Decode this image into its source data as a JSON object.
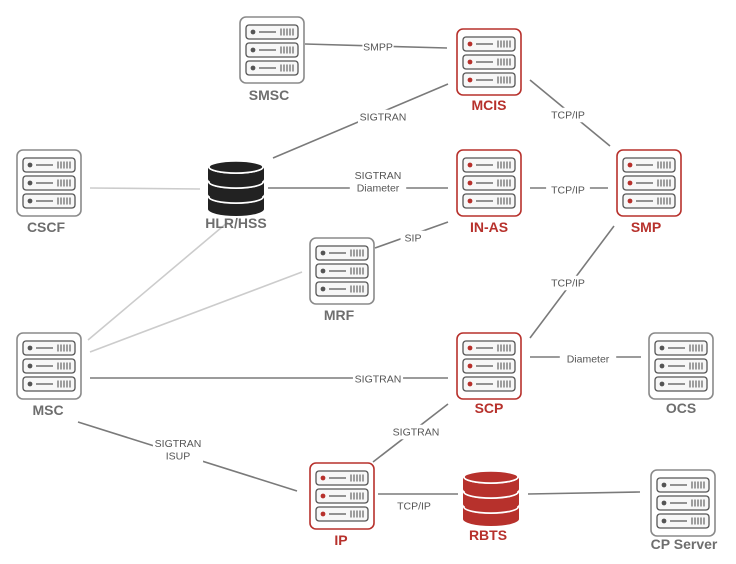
{
  "nodes": {
    "smsc": {
      "label": "SMSC",
      "kind": "server",
      "color": "gray"
    },
    "mcis": {
      "label": "MCIS",
      "kind": "server",
      "color": "red"
    },
    "cscf": {
      "label": "CSCF",
      "kind": "server",
      "color": "gray"
    },
    "hlr": {
      "label": "HLR/HSS",
      "kind": "database",
      "color": "black"
    },
    "inas": {
      "label": "IN-AS",
      "kind": "server",
      "color": "red"
    },
    "smp": {
      "label": "SMP",
      "kind": "server",
      "color": "red"
    },
    "mrf": {
      "label": "MRF",
      "kind": "server",
      "color": "gray"
    },
    "msc": {
      "label": "MSC",
      "kind": "server",
      "color": "gray"
    },
    "scp": {
      "label": "SCP",
      "kind": "server",
      "color": "red"
    },
    "ocs": {
      "label": "OCS",
      "kind": "server",
      "color": "gray"
    },
    "ip": {
      "label": "IP",
      "kind": "server",
      "color": "red"
    },
    "rbts": {
      "label": "RBTS",
      "kind": "database",
      "color": "red"
    },
    "cpserver": {
      "label": "CP Server",
      "kind": "server",
      "color": "gray"
    }
  },
  "edges": [
    {
      "id": "smsc-mcis",
      "label": "SMPP",
      "style": "dark"
    },
    {
      "id": "hlr-mcis",
      "label": "SIGTRAN",
      "style": "dark"
    },
    {
      "id": "hlr-inas",
      "label": "SIGTRAN\nDiameter",
      "style": "dark"
    },
    {
      "id": "mcis-smp",
      "label": "TCP/IP",
      "style": "dark"
    },
    {
      "id": "inas-smp",
      "label": "TCP/IP",
      "style": "dark"
    },
    {
      "id": "mrf-inas",
      "label": "SIP",
      "style": "dark"
    },
    {
      "id": "smp-scp",
      "label": "TCP/IP",
      "style": "dark"
    },
    {
      "id": "scp-ocs",
      "label": "Diameter",
      "style": "dark"
    },
    {
      "id": "msc-scp",
      "label": "SIGTRAN",
      "style": "dark"
    },
    {
      "id": "ip-scp",
      "label": "SIGTRAN",
      "style": "dark"
    },
    {
      "id": "msc-ip",
      "label": "SIGTRAN\nISUP",
      "style": "dark"
    },
    {
      "id": "ip-rbts",
      "label": "TCP/IP",
      "style": "dark"
    },
    {
      "id": "rbts-cpserver",
      "label": "",
      "style": "dark"
    },
    {
      "id": "cscf-hlr",
      "label": "",
      "style": "light"
    },
    {
      "id": "msc-hlr",
      "label": "",
      "style": "light"
    },
    {
      "id": "msc-mrf",
      "label": "",
      "style": "light"
    }
  ],
  "colors": {
    "red": "#b7312c",
    "gray": "#6e6e6e",
    "dark_line": "#7a7a7a",
    "light_line": "#cccccc",
    "server_face": "#f7f7f7",
    "server_outline_gray": "#8a8a8a",
    "server_outline_red": "#b7312c",
    "db_fill": "#222222",
    "db_red_fill": "#b7312c"
  }
}
